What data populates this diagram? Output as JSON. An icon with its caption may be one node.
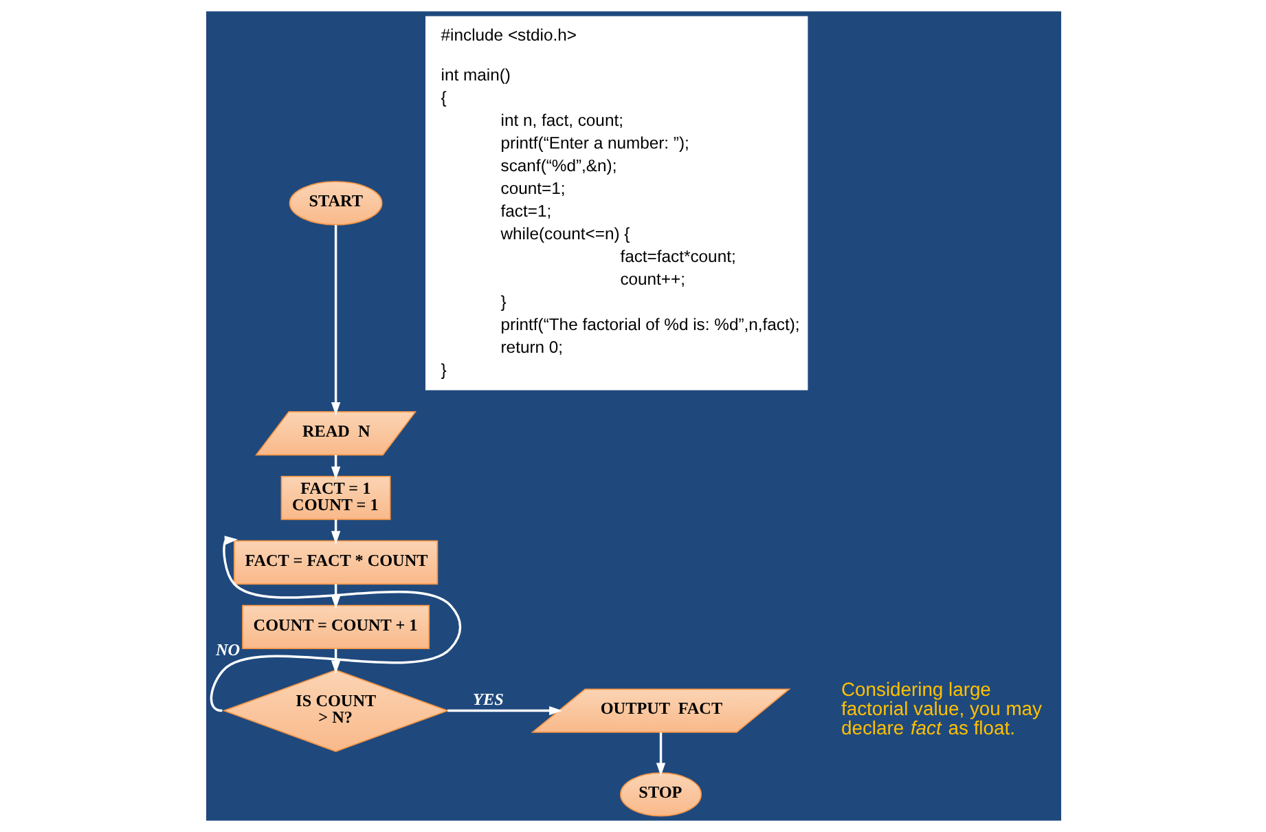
{
  "diagram": {
    "nodes": [
      {
        "text": [
          "START"
        ]
      },
      {
        "text": [
          "READ  N"
        ]
      },
      {
        "text": [
          "FACT = 1 COUNT = 1"
        ]
      },
      {
        "text": [
          "FACT = FACT * COUNT"
        ]
      },
      {
        "text": [
          "COUNT = COUNT + 1"
        ]
      },
      {
        "text": [
          "IS COUNT > N?"
        ]
      },
      {
        "text": [
          "OUTPUT  FACT"
        ]
      },
      {
        "text": [
          "STOP"
        ]
      }
    ],
    "edges": [
      {
        "from": 0,
        "to": 1,
        "arrow": "to"
      },
      {
        "from": 1,
        "to": 2,
        "arrow": "to"
      },
      {
        "from": 2,
        "to": 3,
        "arrow": "to"
      },
      {
        "from": 3,
        "to": 4,
        "arrow": "to"
      },
      {
        "from": 4,
        "to": 5,
        "arrow": "to"
      },
      {
        "from": 5,
        "to": 3,
        "arrow": "to",
        "label": "NO"
      },
      {
        "from": 5,
        "to": 6,
        "arrow": "to",
        "label": "YES"
      },
      {
        "from": 6,
        "to": 7,
        "arrow": "to"
      }
    ],
    "labels": [
      "#include <stdio.h>",
      "int main()",
      "{",
      "int n, fact, count;",
      "printf(“Enter a number: ”);",
      "scanf(“%d”,&n);",
      "count=1;",
      "fact=1;",
      "while(count<=n) {",
      "fact=fact*count;",
      "count++;",
      "}",
      "printf(“The factorial of %d is: %d”,n,fact);",
      "return 0;",
      "}",
      "Considering large factorial value, you may declare *fact* as float."
    ]
  }
}
